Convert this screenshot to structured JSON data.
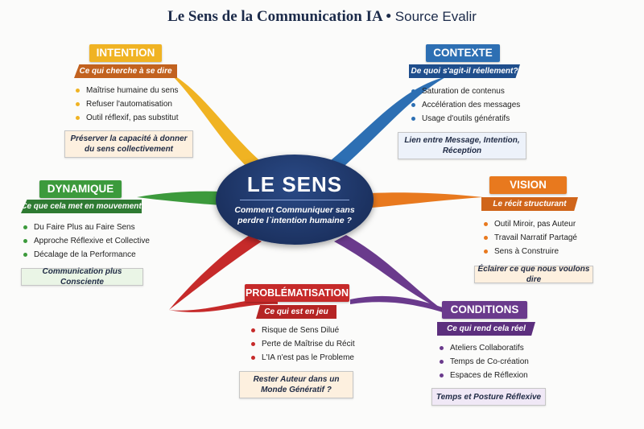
{
  "title": {
    "main": "Le Sens de la Communication IA",
    "separator": "•",
    "source": "Source Evalir"
  },
  "center": {
    "title": "LE SENS",
    "question": "Comment Communiquer sans perdre l`intention humaine ?",
    "color": "#1c3261"
  },
  "branches": {
    "intention": {
      "title": "INTENTION",
      "subtitle": "Ce qui cherche à se dire",
      "color": "#f0b323",
      "subcolor": "#c2621f",
      "items": [
        "Maîtrise humaine du sens",
        "Refuser l'automatisation",
        "Outil réflexif, pas substitut"
      ],
      "note": "Préserver la capacité à donner du sens collectivement"
    },
    "contexte": {
      "title": "CONTEXTE",
      "subtitle": "De quoi s'agit-il réellement?",
      "color": "#2d6fb3",
      "subcolor": "#1f4e8c",
      "items": [
        "Saturation de contenus",
        "Accélération des messages",
        "Usage d'outils génératifs"
      ],
      "note": "Lien entre Message, Intention, Réception"
    },
    "dynamique": {
      "title": "DYNAMIQUE",
      "subtitle": "Ce que cela met en mouvement",
      "color": "#3c9a3c",
      "subcolor": "#2e7a32",
      "items": [
        "Du Faire Plus au Faire Sens",
        "Approche Réflexive et Collective",
        "Décalage de la Performance"
      ],
      "note": "Communication plus Consciente"
    },
    "vision": {
      "title": "VISION",
      "subtitle": "Le récit structurant",
      "color": "#e8791e",
      "subcolor": "#d0651a",
      "items": [
        "Outil Miroir, pas Auteur",
        "Travail Narratif Partagé",
        "Sens à Construire"
      ],
      "note": "Éclairer ce que nous voulons dire"
    },
    "problematisation": {
      "title": "PROBLÉMATISATION",
      "subtitle": "Ce qui est en jeu",
      "color": "#c62a2a",
      "subcolor": "#b52424",
      "items": [
        "Risque de Sens Dilué",
        "Perte de Maîtrise du Récit",
        "L'IA n'est pas le Probleme"
      ],
      "note": "Rester Auteur dans un Monde Génératif ?"
    },
    "conditions": {
      "title": "CONDITIONS",
      "subtitle": "Ce qui rend cela réel",
      "color": "#6a3a8c",
      "subcolor": "#5c2f7e",
      "items": [
        "Ateliers Collaboratifs",
        "Temps de Co-création",
        "Espaces de Réflexion"
      ],
      "note": "Temps et Posture Réflexive"
    }
  }
}
